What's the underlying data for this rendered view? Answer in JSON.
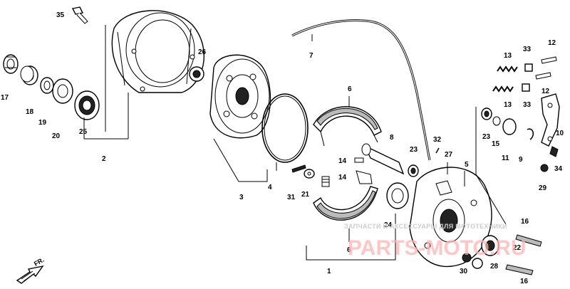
{
  "labels": {
    "p1": "1",
    "p2": "2",
    "p3": "3",
    "p4": "4",
    "p5": "5",
    "p6a": "6",
    "p6b": "6",
    "p7": "7",
    "p8": "8",
    "p9": "9",
    "p10": "10",
    "p11": "11",
    "p12a": "12",
    "p12b": "12",
    "p13a": "13",
    "p13b": "13",
    "p14a": "14",
    "p14b": "14",
    "p15": "15",
    "p16a": "16",
    "p16b": "16",
    "p17": "17",
    "p18": "18",
    "p19": "19",
    "p20": "20",
    "p21": "21",
    "p22": "22",
    "p23a": "23",
    "p23b": "23",
    "p24": "24",
    "p25": "25",
    "p26": "26",
    "p27": "27",
    "p28": "28",
    "p29": "29",
    "p30": "30",
    "p31": "31",
    "p32": "32",
    "p33a": "33",
    "p33b": "33",
    "p34": "34",
    "p35": "35"
  },
  "watermark": {
    "small": "ЗАПЧАСТИ И АКСЕССУАРЫ ДЛЯ МОТОТЕХНИКИ",
    "big": "PARTS-MOTO.RU"
  },
  "direction": {
    "text": "FR."
  }
}
